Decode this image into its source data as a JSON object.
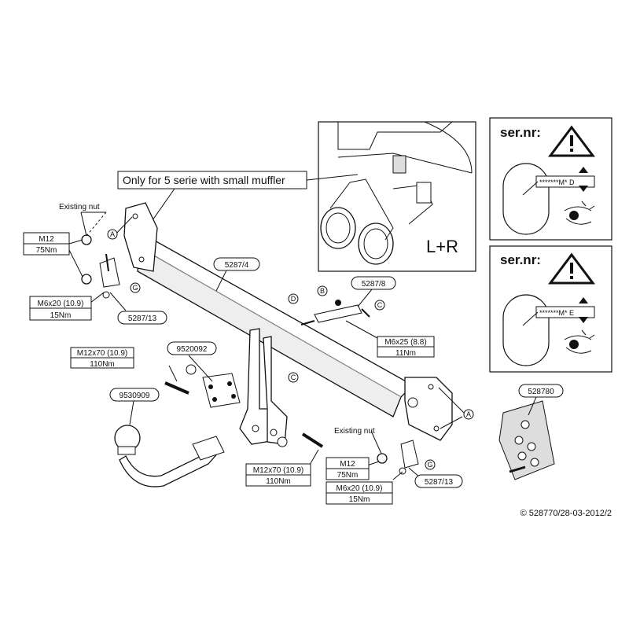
{
  "notice": "Only for 5 serie with small muffler",
  "existing_nut_left": "Existing nut",
  "existing_nut_right": "Existing nut",
  "torque": {
    "m12_left": {
      "size": "M12",
      "value": "75Nm"
    },
    "m6x20_left": {
      "size": "M6x20 (10.9)",
      "value": "15Nm"
    },
    "m12x70_top": {
      "size": "M12x70 (10.9)",
      "value": "110Nm"
    },
    "m12x70_bottom": {
      "size": "M12x70 (10.9)",
      "value": "110Nm"
    },
    "m6x25": {
      "size": "M6x25 (8.8)",
      "value": "11Nm"
    },
    "m12_right": {
      "size": "M12",
      "value": "75Nm"
    },
    "m6x20_right": {
      "size": "M6x20 (10.9)",
      "value": "15Nm"
    }
  },
  "parts": {
    "crossbar": "5287/4",
    "bracket_8": "5287/8",
    "bracket_13_left": "5287/13",
    "bracket_13_right": "5287/13",
    "socket_plate": "9520092",
    "ball": "9530909",
    "bolt_kit": "528780"
  },
  "letters": {
    "A": "A",
    "B": "B",
    "C": "C",
    "D": "D",
    "G": "G"
  },
  "inset_label": "L+R",
  "serial": {
    "heading_1": "ser.nr:",
    "code_1": "*******M* D",
    "heading_2": "ser.nr:",
    "code_2": "*******M* E"
  },
  "copyright": "© 528770/28-03-2012/2",
  "colors": {
    "line": "#111111",
    "fill": "#ffffff",
    "shade": "#dddddd",
    "warning": "#111111"
  }
}
